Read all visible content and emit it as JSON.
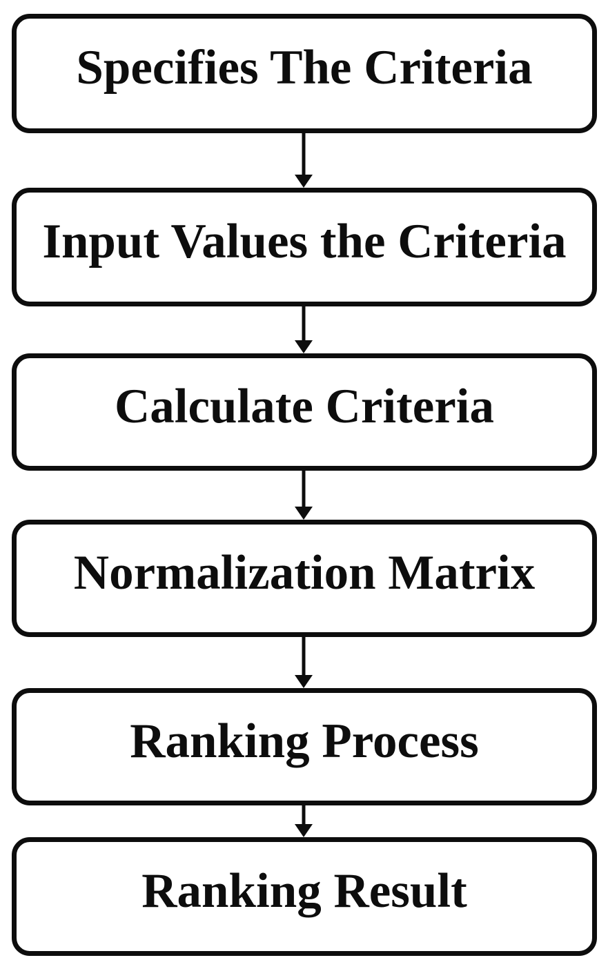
{
  "diagram": {
    "type": "flowchart",
    "direction": "top-down",
    "steps": [
      {
        "label": "Specifies The Criteria"
      },
      {
        "label": "Input Values the Criteria"
      },
      {
        "label": "Calculate Criteria"
      },
      {
        "label": "Normalization Matrix"
      },
      {
        "label": "Ranking Process"
      },
      {
        "label": "Ranking Result"
      }
    ],
    "connectors": [
      {
        "from": 0,
        "to": 1,
        "style": "arrow-down"
      },
      {
        "from": 1,
        "to": 2,
        "style": "arrow-down"
      },
      {
        "from": 2,
        "to": 3,
        "style": "arrow-down"
      },
      {
        "from": 3,
        "to": 4,
        "style": "arrow-down"
      },
      {
        "from": 4,
        "to": 5,
        "style": "arrow-down"
      }
    ],
    "colors": {
      "border": "#0d0d0d",
      "text": "#0d0d0d",
      "background": "#ffffff"
    }
  }
}
